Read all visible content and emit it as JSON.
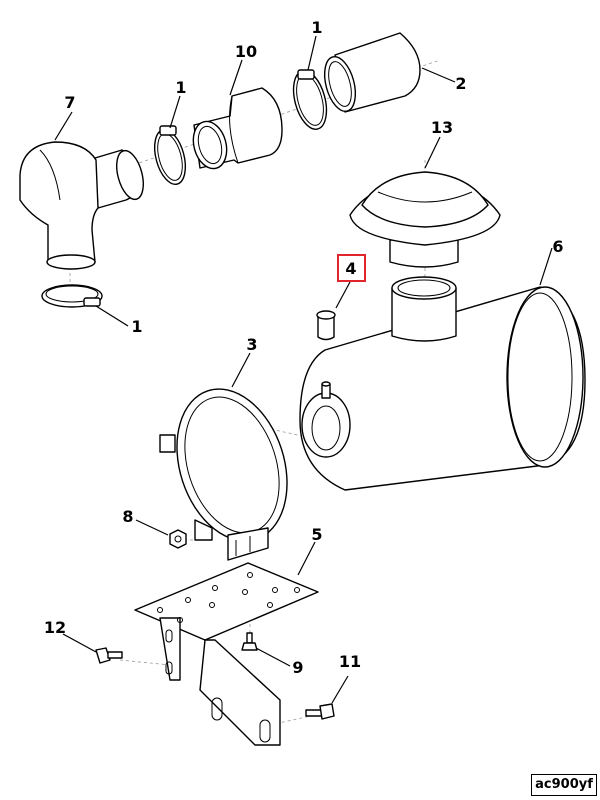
{
  "callouts": [
    {
      "label": "1"
    },
    {
      "label": "1"
    },
    {
      "label": "1"
    },
    {
      "label": "2"
    },
    {
      "label": "3"
    },
    {
      "label": "4",
      "highlighted": true
    },
    {
      "label": "5"
    },
    {
      "label": "6"
    },
    {
      "label": "7"
    },
    {
      "label": "8"
    },
    {
      "label": "9"
    },
    {
      "label": "10"
    },
    {
      "label": "11"
    },
    {
      "label": "12"
    },
    {
      "label": "13"
    }
  ],
  "drawing_code": "ac900yf",
  "highlight_color": "#e0262a"
}
